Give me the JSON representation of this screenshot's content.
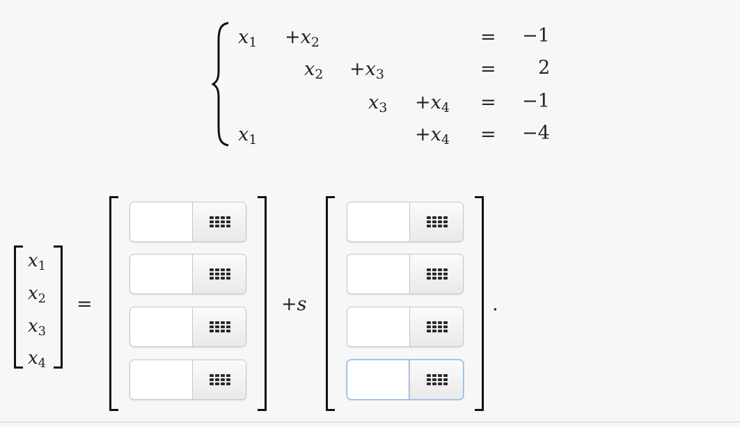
{
  "system": {
    "rows": [
      {
        "terms": [
          {
            "var": "x",
            "sub": "1"
          },
          {
            "op": "+",
            "var": "x",
            "sub": "2"
          }
        ],
        "eq": "=",
        "rhs": "−1"
      },
      {
        "terms": [
          {
            "var": "x",
            "sub": "2"
          },
          {
            "op": "+",
            "var": "x",
            "sub": "3"
          }
        ],
        "eq": "=",
        "rhs": "2"
      },
      {
        "terms": [
          {
            "var": "x",
            "sub": "3"
          },
          {
            "op": "+",
            "var": "x",
            "sub": "4"
          }
        ],
        "eq": "=",
        "rhs": "−1"
      },
      {
        "terms": [
          {
            "var": "x",
            "sub": "1"
          },
          {
            "op": "+",
            "var": "x",
            "sub": "4"
          }
        ],
        "eq": "=",
        "rhs": "−4"
      }
    ]
  },
  "solution": {
    "unknowns": [
      {
        "var": "x",
        "sub": "1"
      },
      {
        "var": "x",
        "sub": "2"
      },
      {
        "var": "x",
        "sub": "3"
      },
      {
        "var": "x",
        "sub": "4"
      }
    ],
    "equals": "=",
    "plus": "+",
    "parameter": "s",
    "period": ".",
    "particular_inputs": [
      {
        "value": "",
        "keypad_icon": "keypad-grid-icon"
      },
      {
        "value": "",
        "keypad_icon": "keypad-grid-icon"
      },
      {
        "value": "",
        "keypad_icon": "keypad-grid-icon"
      },
      {
        "value": "",
        "keypad_icon": "keypad-grid-icon"
      }
    ],
    "direction_inputs": [
      {
        "value": "",
        "keypad_icon": "keypad-grid-icon"
      },
      {
        "value": "",
        "keypad_icon": "keypad-grid-icon"
      },
      {
        "value": "",
        "keypad_icon": "keypad-grid-icon"
      },
      {
        "value": "",
        "keypad_icon": "keypad-grid-icon",
        "focused": true
      }
    ]
  },
  "colors": {
    "focus_border": "#8fb6e4",
    "background": "#f7f7f7"
  }
}
